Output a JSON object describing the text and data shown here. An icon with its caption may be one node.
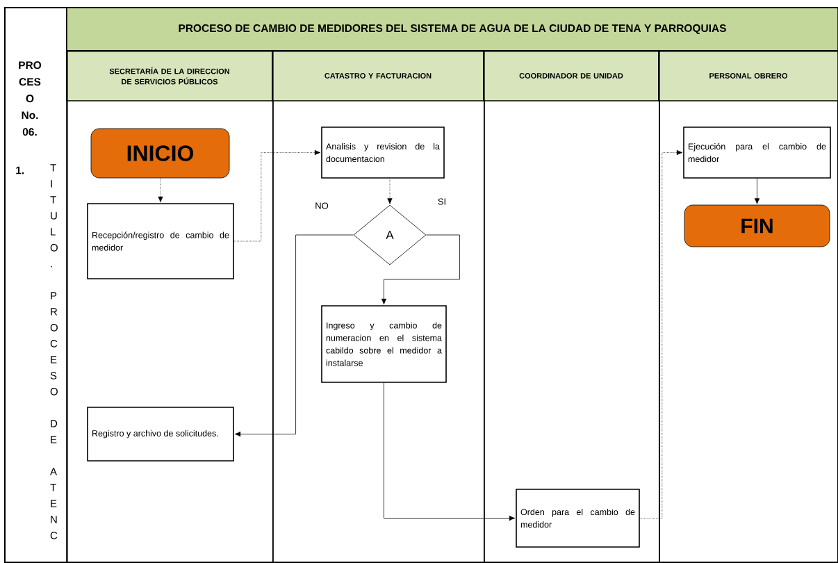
{
  "diagram": {
    "title": "PROCESO DE CAMBIO DE MEDIDORES DEL SISTEMA DE AGUA DE LA CIUDAD DE TENA Y PARROQUIAS",
    "nodes": [
      {
        "text": [
          "SECRETARÍA DE LA DIRECCION DE SERVICIOS PÚBLICOS"
        ]
      },
      {
        "text": [
          "INICIO"
        ],
        "in": 0
      },
      {
        "text": [
          "Recepción/registro de cambio de medidor"
        ],
        "in": 0
      },
      {
        "text": [
          "Registro y archivo de solicitudes."
        ],
        "in": 0
      },
      {
        "text": [
          "CATASTRO Y FACTURACION"
        ]
      },
      {
        "text": [
          "Analisis y revision de la documentacion"
        ],
        "in": 4
      },
      {
        "text": [
          "A"
        ],
        "in": 4
      },
      {
        "text": [
          "Ingreso y cambio de numeracion en el sistema cabildo sobre el medidor a instalarse"
        ],
        "in": 4
      },
      {
        "text": [
          "COORDINADOR DE UNIDAD"
        ]
      },
      {
        "text": [
          "Orden para el cambio de medidor"
        ],
        "in": 8
      },
      {
        "text": [
          "PERSONAL OBRERO"
        ]
      },
      {
        "text": [
          "Ejecución para el cambio de medidor"
        ],
        "in": 10
      },
      {
        "text": [
          "FIN"
        ],
        "in": 10
      }
    ],
    "edges": [
      {
        "from": 1,
        "to": 2,
        "arrow": "to",
        "style": "dashed"
      },
      {
        "from": 2,
        "to": 5,
        "arrow": "to",
        "style": "dashed"
      },
      {
        "from": 5,
        "to": 6,
        "arrow": "to",
        "style": "dashed"
      },
      {
        "from": 6,
        "to": 3,
        "arrow": "to",
        "label": "NO"
      },
      {
        "from": 6,
        "to": 7,
        "arrow": "to",
        "label": "SI"
      },
      {
        "from": 7,
        "to": 9,
        "arrow": "to"
      },
      {
        "from": 9,
        "to": 11,
        "arrow": "to",
        "style": "dashed"
      },
      {
        "from": 11,
        "to": 12,
        "arrow": "to"
      }
    ],
    "labels": [
      "PRO CES O No. 06.",
      "1.",
      "TITULO. PROCESO DE ATENC"
    ]
  }
}
